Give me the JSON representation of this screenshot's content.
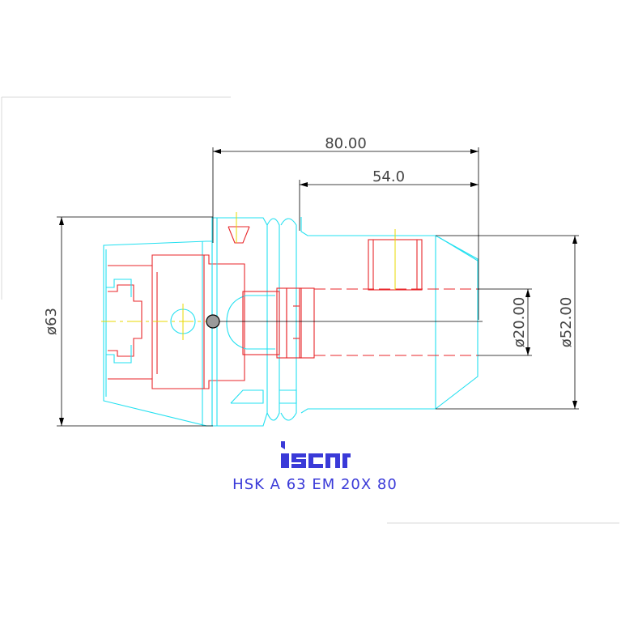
{
  "drawing": {
    "dimensions": {
      "overall_length": "80.00",
      "gauge_length": "54.0",
      "flange_diameter": "ø63",
      "bore_diameter": "ø20.00",
      "body_diameter": "ø52.00"
    },
    "logo_text": "iscar",
    "model_label": "HSK A 63 EM 20X 80",
    "colors": {
      "body_outline": "#22e0f0",
      "hidden_features": "#e8262a",
      "center_lines": "#e8d800",
      "dimension_lines": "#000000",
      "label": "#3a3ad8"
    }
  }
}
